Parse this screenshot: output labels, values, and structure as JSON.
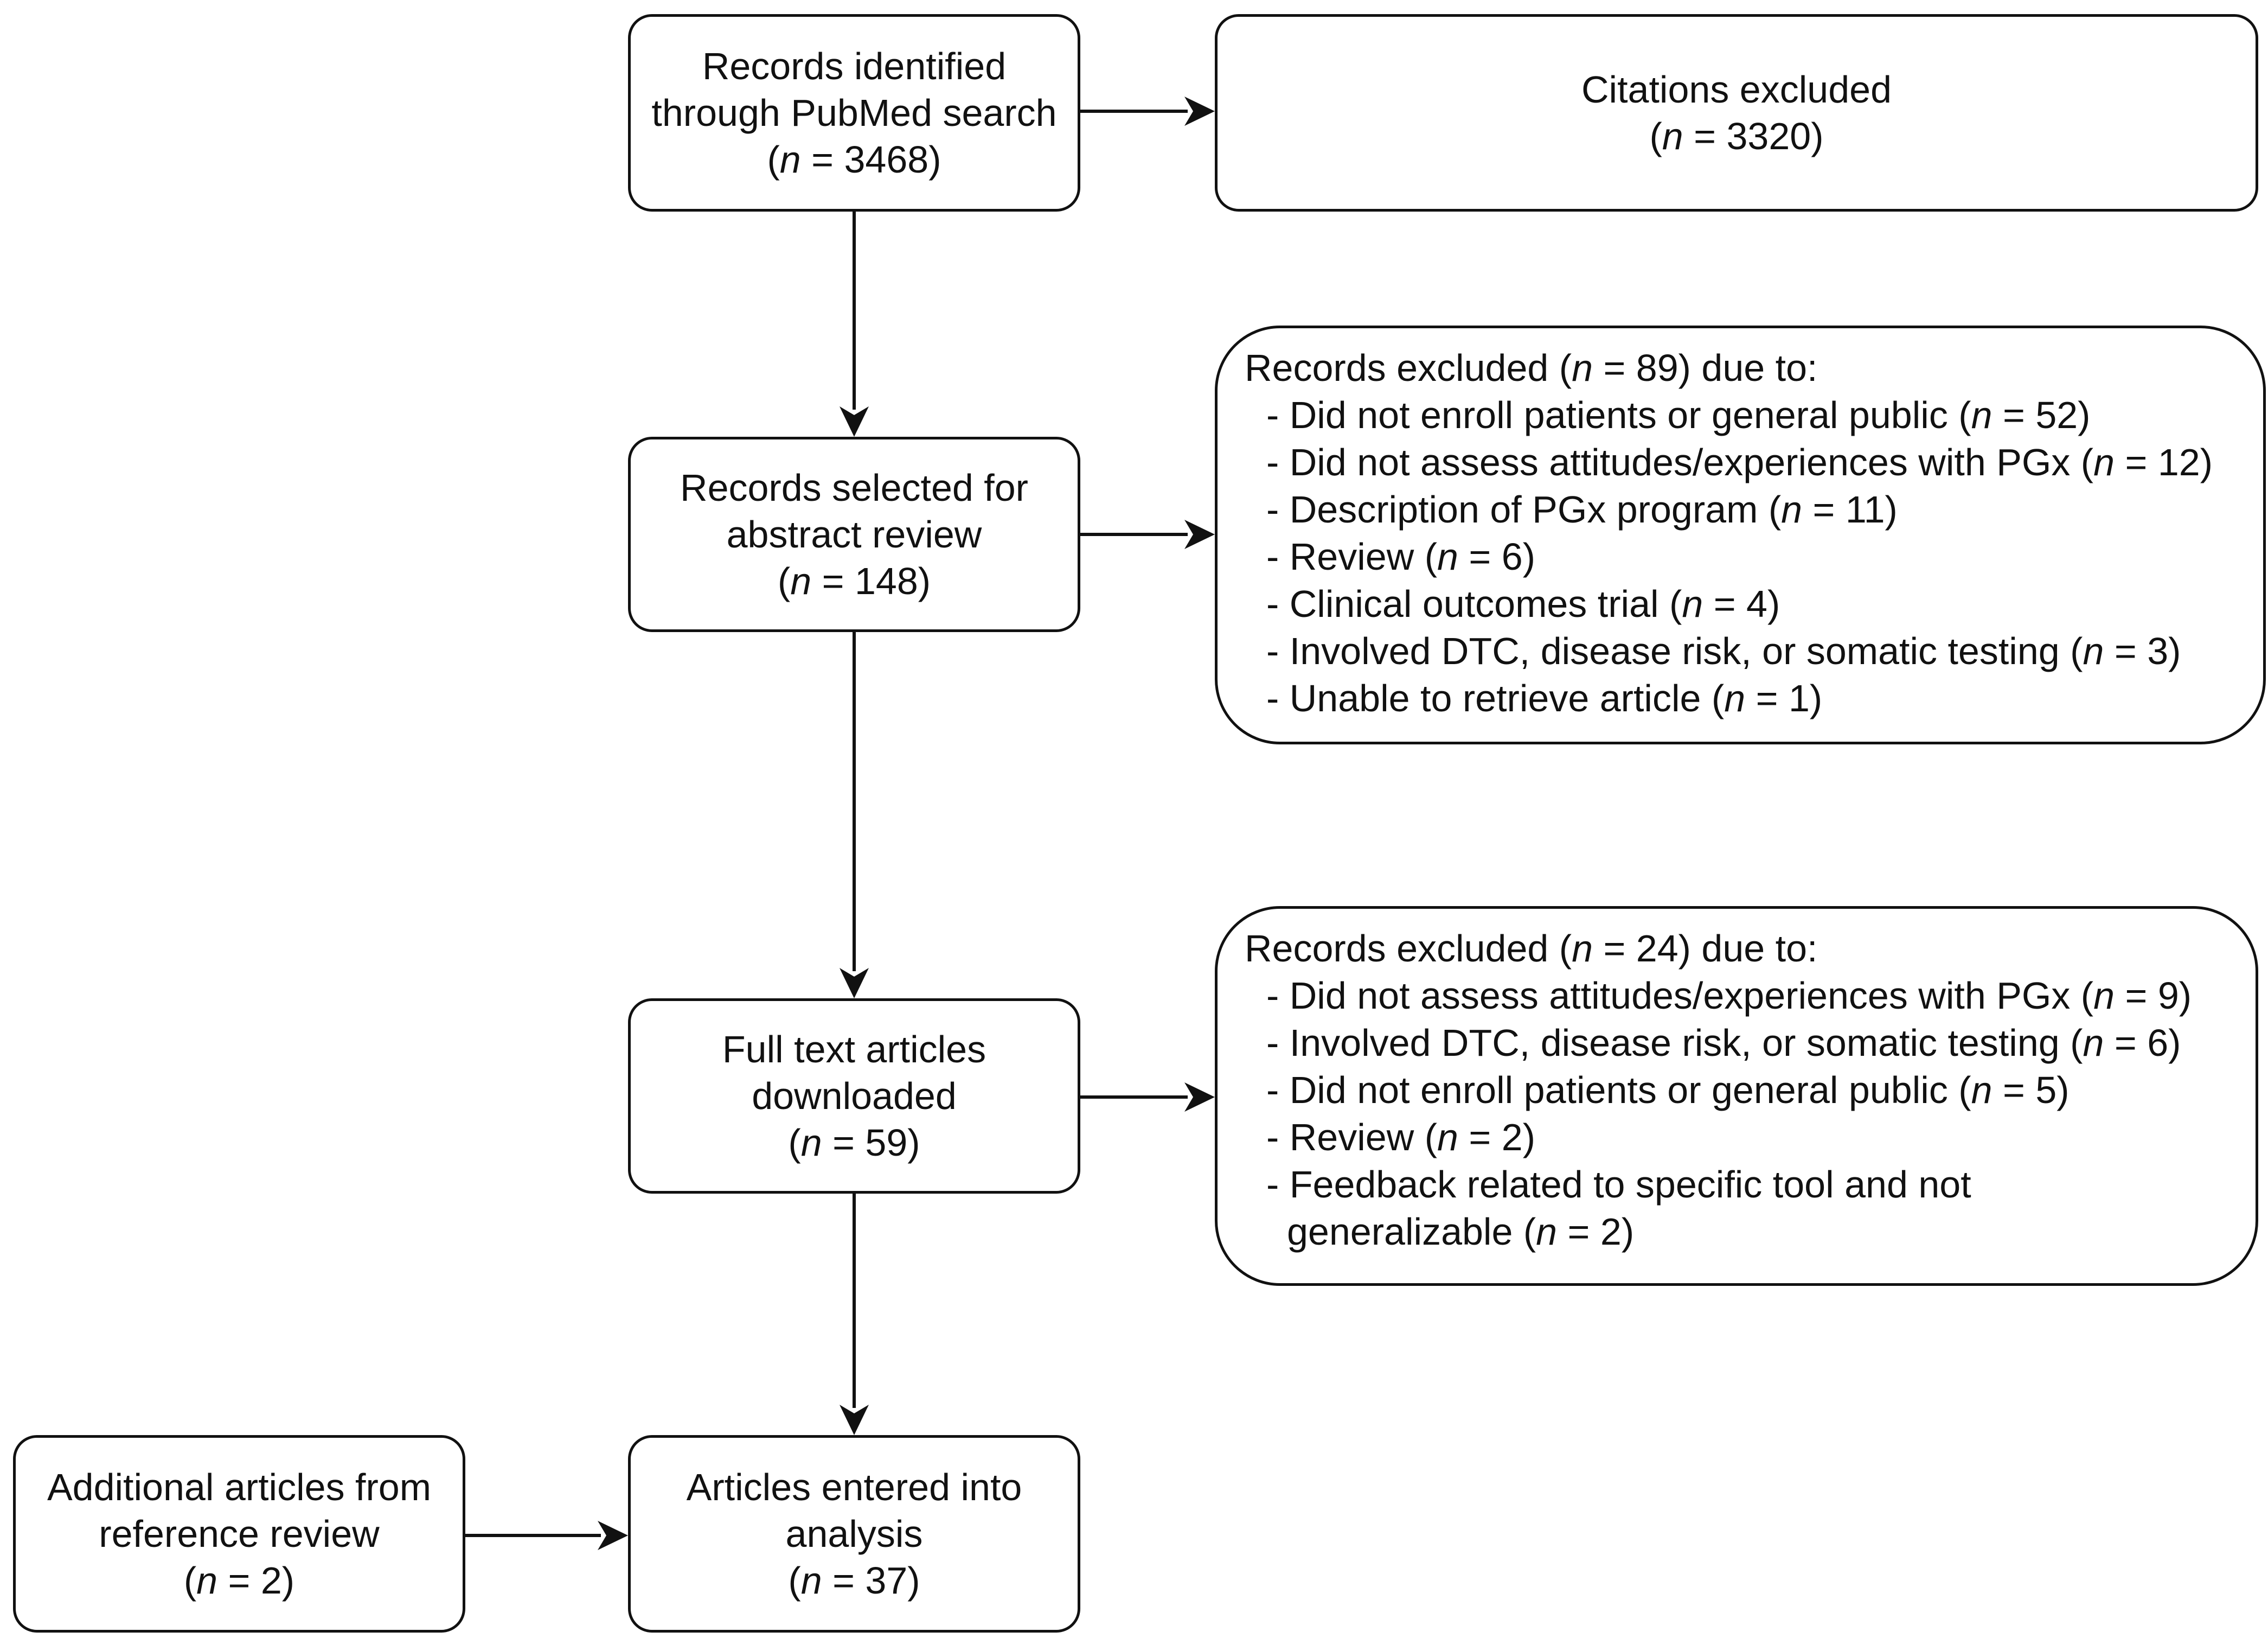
{
  "nodes": {
    "identified": {
      "lines": [
        "Records identified",
        "through PubMed search"
      ],
      "count": "(n = 3468)"
    },
    "citations_excluded": {
      "lines": [
        "Citations excluded"
      ],
      "count": "(n = 3320)"
    },
    "abstract_review": {
      "lines": [
        "Records selected for",
        "abstract review"
      ],
      "count": "(n = 148)"
    },
    "excluded_abstract": {
      "heading": "Records excluded (n = 89) due to:",
      "items": [
        "- Did not enroll patients or general public (n = 52)",
        "- Did not assess attitudes/experiences with PGx (n = 12)",
        "- Description of PGx program (n = 11)",
        "- Review (n = 6)",
        "- Clinical outcomes trial (n = 4)",
        "- Involved DTC, disease risk, or somatic testing (n = 3)",
        "- Unable to retrieve article (n = 1)"
      ]
    },
    "full_text": {
      "lines": [
        "Full text articles",
        "downloaded"
      ],
      "count": "(n = 59)"
    },
    "excluded_fulltext": {
      "heading": "Records excluded (n = 24) due to:",
      "items": [
        "- Did not assess attitudes/experiences with PGx (n = 9)",
        "- Involved DTC, disease risk, or somatic testing (n = 6)",
        "- Did not enroll patients or general public (n = 5)",
        "- Review (n = 2)",
        "- Feedback related to specific tool and not generalizable (n = 2)"
      ]
    },
    "additional": {
      "lines": [
        "Additional articles from",
        "reference review"
      ],
      "count": "(n = 2)"
    },
    "analysis": {
      "lines": [
        "Articles entered into",
        "analysis"
      ],
      "count": "(n = 37)"
    }
  },
  "colors": {
    "stroke": "#111111",
    "text": "#111111",
    "background": "#ffffff"
  }
}
